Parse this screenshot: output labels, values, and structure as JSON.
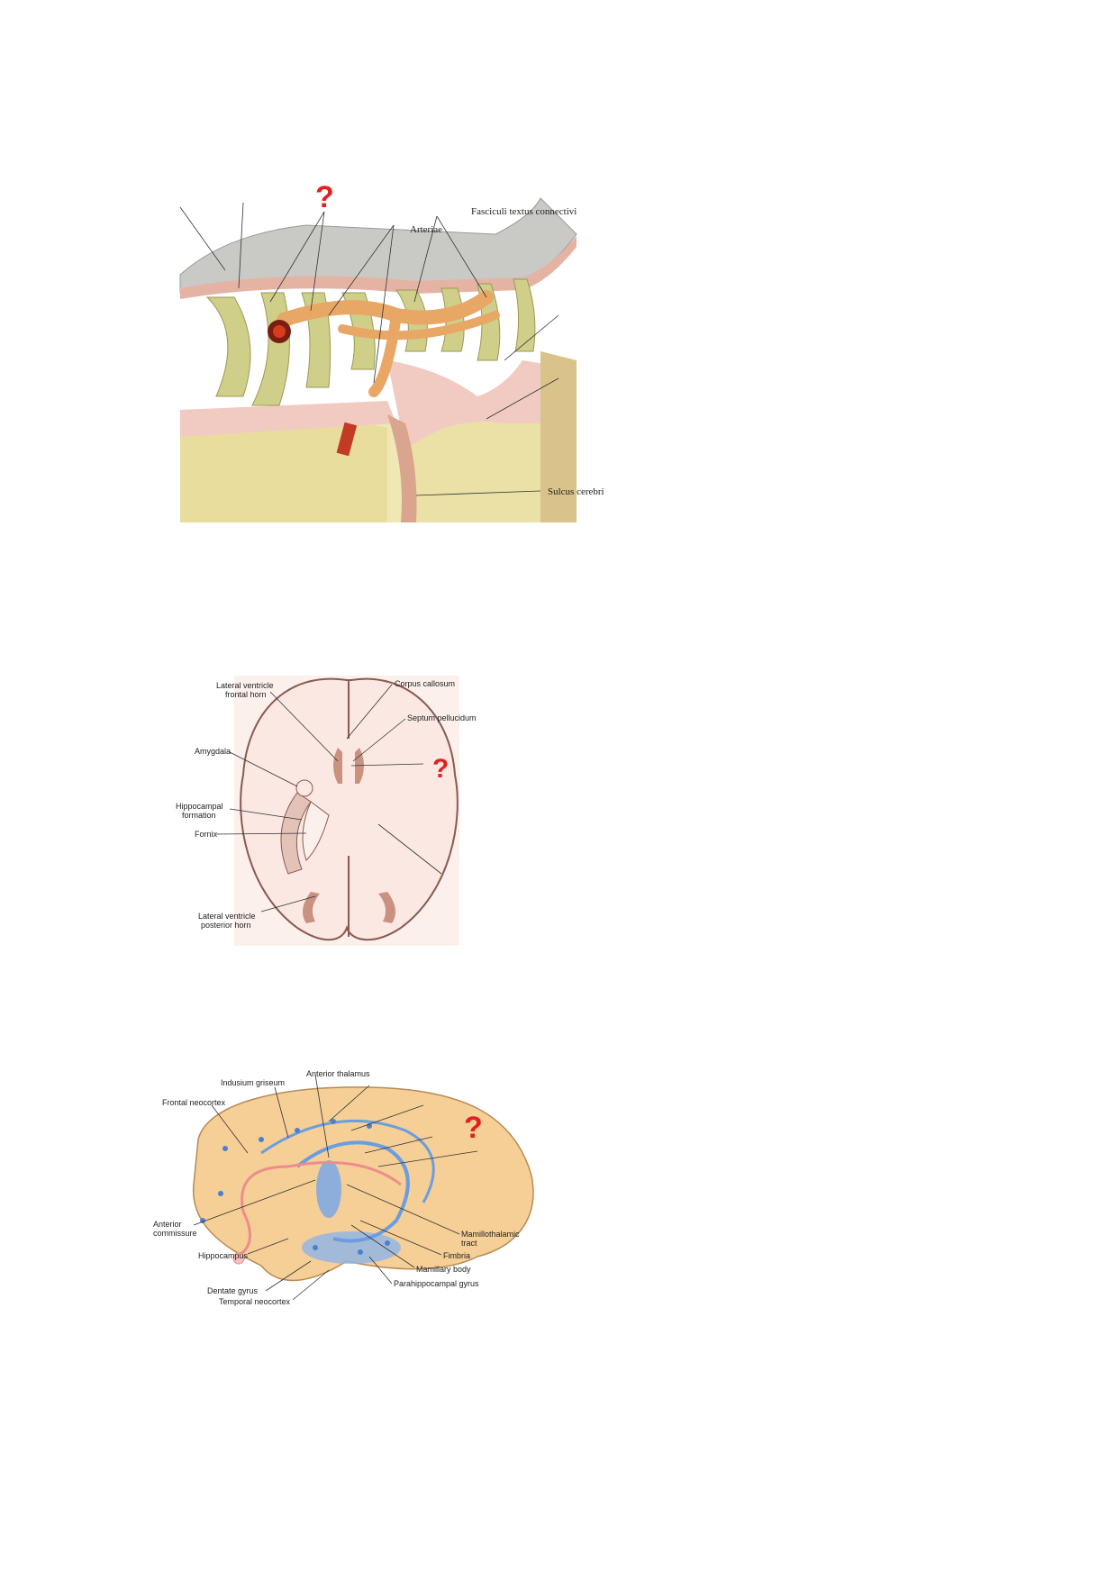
{
  "figures": [
    {
      "id": "meninges",
      "question_mark": "?",
      "labels": {
        "arteriae": "Arteriae",
        "fasciculi": "Fasciculi textus connectivi",
        "sulcus": "Sulcus cerebri"
      }
    },
    {
      "id": "axial",
      "question_mark": "?",
      "labels": {
        "lat_vent_frontal_1": "Lateral ventricle",
        "lat_vent_frontal_2": "frontal horn",
        "corpus_callosum": "Corpus callosum",
        "septum": "Septum pellucidum",
        "amygdala": "Amygdala",
        "hippo_1": "Hippocampal",
        "hippo_2": "formation",
        "fornix": "Fornix",
        "lat_vent_post_1": "Lateral ventricle",
        "lat_vent_post_2": "posterior horn"
      }
    },
    {
      "id": "sagittal",
      "question_mark": "?",
      "labels": {
        "anterior_thalamus": "Anterior thalamus",
        "indusium": "Indusium griseum",
        "frontal_neocortex": "Frontal neocortex",
        "anterior_comm_1": "Anterior",
        "anterior_comm_2": "commissure",
        "hippocampus": "Hippocampus",
        "dentate": "Dentate gyrus",
        "temporal": "Temporal neocortex",
        "mamillothalamic_1": "Mamillothalamic",
        "mamillothalamic_2": "tract",
        "fimbria": "Fimbria",
        "mamillary": "Mamillary body",
        "parahippocampal": "Parahippocampal gyrus"
      }
    }
  ],
  "colors": {
    "question": "#e32020",
    "dura": "#c9c9c6",
    "trabeculae": "#cfcf8a",
    "artery": "#e8a765",
    "brain_pink": "#f1cbc2",
    "brain_yellow": "#efe7b4",
    "cortex_beige": "#f5cf96",
    "fiber_blue": "#6a9ee0",
    "fiber_pink": "#ee8c8c"
  }
}
